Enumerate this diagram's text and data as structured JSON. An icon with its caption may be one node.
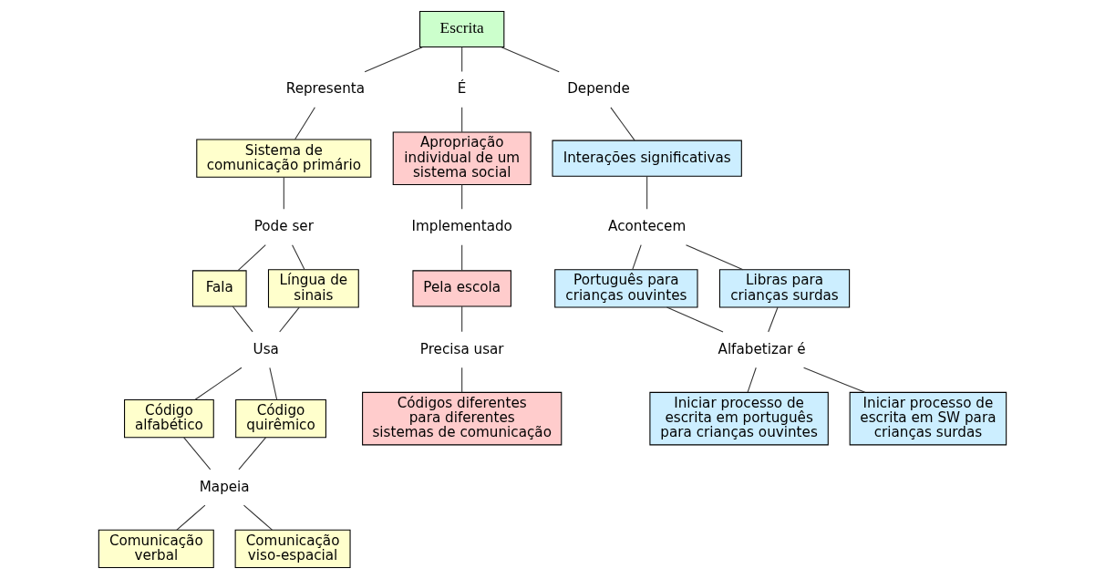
{
  "diagram": {
    "nodes": [
      {
        "text": [
          "Escrita"
        ]
      },
      {
        "text": [
          "Representa"
        ]
      },
      {
        "text": [
          "É"
        ]
      },
      {
        "text": [
          "Depende"
        ]
      },
      {
        "text": [
          "Sistema de comunicação primário"
        ]
      },
      {
        "text": [
          "Apropriação individual de um sistema social"
        ]
      },
      {
        "text": [
          "Interações significativas"
        ]
      },
      {
        "text": [
          "Pode ser"
        ]
      },
      {
        "text": [
          "Acontecem"
        ]
      },
      {
        "text": [
          "Fala"
        ]
      },
      {
        "text": [
          "Língua de sinais"
        ]
      },
      {
        "text": [
          "Implementado"
        ]
      },
      {
        "text": [
          "Português para crianças ouvintes"
        ]
      },
      {
        "text": [
          "Usa"
        ]
      },
      {
        "text": [
          "Pela escola"
        ]
      },
      {
        "text": [
          "Libras para crianças surdas"
        ]
      },
      {
        "text": [
          "Código alfabético"
        ]
      },
      {
        "text": [
          "Código quirêmico"
        ]
      },
      {
        "text": [
          "Precisa usar"
        ]
      },
      {
        "text": [
          "Alfabetizar é"
        ]
      },
      {
        "text": [
          "Mapeia"
        ]
      },
      {
        "text": [
          "Códigos diferentes para diferentes sistemas de comunicação"
        ]
      },
      {
        "text": [
          "Iniciar processo de escrita em português para crianças ouvintes"
        ]
      },
      {
        "text": [
          "Iniciar processo de escrita em SW para crianças surdas"
        ]
      },
      {
        "text": [
          "Comunicação verbal"
        ]
      },
      {
        "text": [
          "Comunicação viso-espacial"
        ]
      }
    ],
    "edges": [
      {
        "from": 0,
        "to": 1,
        "arrow": "none"
      },
      {
        "from": 0,
        "to": 2,
        "arrow": "none"
      },
      {
        "from": 0,
        "to": 3,
        "arrow": "none"
      },
      {
        "from": 1,
        "to": 4,
        "arrow": "none"
      },
      {
        "from": 2,
        "to": 5,
        "arrow": "none"
      },
      {
        "from": 3,
        "to": 6,
        "arrow": "none"
      },
      {
        "from": 4,
        "to": 7,
        "arrow": "none"
      },
      {
        "from": 7,
        "to": 9,
        "arrow": "none"
      },
      {
        "from": 7,
        "to": 10,
        "arrow": "none"
      },
      {
        "from": 9,
        "to": 13,
        "arrow": "none"
      },
      {
        "from": 10,
        "to": 13,
        "arrow": "none"
      },
      {
        "from": 13,
        "to": 16,
        "arrow": "none"
      },
      {
        "from": 13,
        "to": 17,
        "arrow": "none"
      },
      {
        "from": 16,
        "to": 20,
        "arrow": "none"
      },
      {
        "from": 17,
        "to": 20,
        "arrow": "none"
      },
      {
        "from": 20,
        "to": 24,
        "arrow": "none"
      },
      {
        "from": 20,
        "to": 25,
        "arrow": "none"
      },
      {
        "from": 5,
        "to": 11,
        "arrow": "none"
      },
      {
        "from": 11,
        "to": 14,
        "arrow": "none"
      },
      {
        "from": 14,
        "to": 18,
        "arrow": "none"
      },
      {
        "from": 18,
        "to": 21,
        "arrow": "none"
      },
      {
        "from": 6,
        "to": 8,
        "arrow": "none"
      },
      {
        "from": 8,
        "to": 15,
        "arrow": "none"
      },
      {
        "from": 8,
        "to": 12,
        "arrow": "none"
      },
      {
        "from": 15,
        "to": 19,
        "arrow": "none"
      },
      {
        "from": 12,
        "to": 19,
        "arrow": "none"
      },
      {
        "from": 19,
        "to": 22,
        "arrow": "none"
      },
      {
        "from": 19,
        "to": 23,
        "arrow": "none"
      }
    ]
  }
}
